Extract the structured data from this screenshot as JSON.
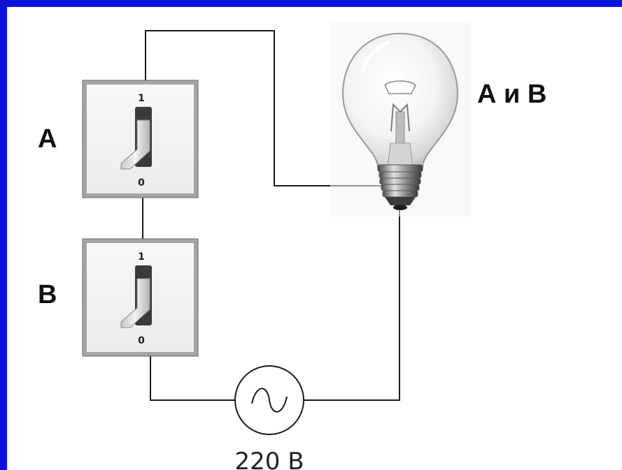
{
  "switches": [
    {
      "label": "A",
      "pos_on": "1",
      "pos_off": "0"
    },
    {
      "label": "B",
      "pos_on": "1",
      "pos_off": "0"
    }
  ],
  "lamp": {
    "label": "А и В"
  },
  "source": {
    "label": "220 В"
  }
}
